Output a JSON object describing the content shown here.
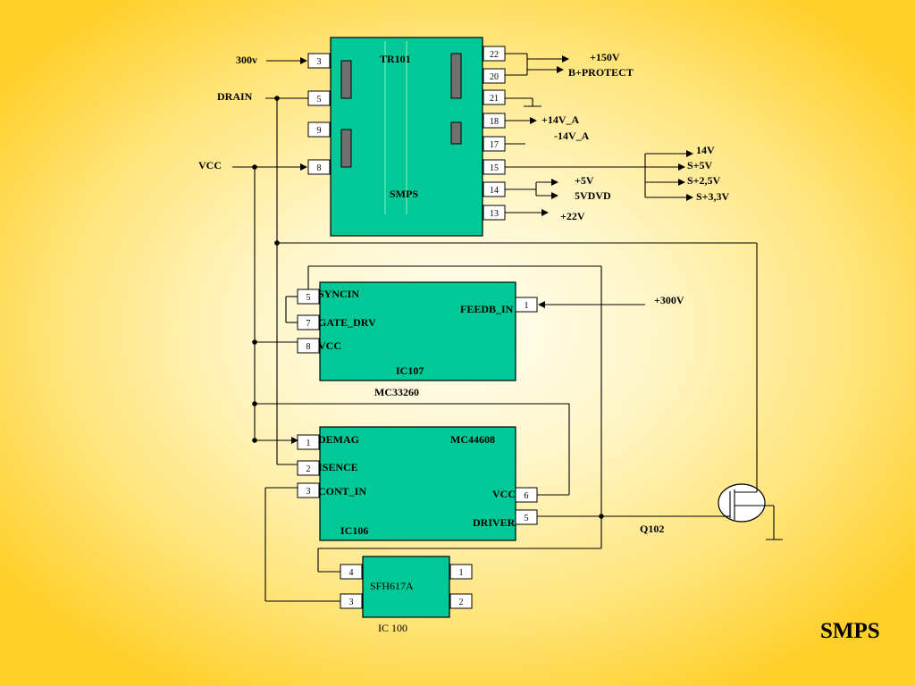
{
  "slide_title": "SMPS",
  "transformer": {
    "ref": "TR101",
    "name": "SMPS",
    "pins": [
      "3",
      "5",
      "9",
      "8",
      "22",
      "20",
      "21",
      "18",
      "17",
      "15",
      "14",
      "13"
    ]
  },
  "inputs": {
    "v300": "300v",
    "drain": "DRAIN",
    "vcc": "VCC"
  },
  "outputs": {
    "p150": "+150V",
    "bprotect": "B+PROTECT",
    "p14a": "+14V_A",
    "m14a": "-14V_A",
    "v14": "14V",
    "s5": "S+5V",
    "s25": "S+2,5V",
    "s33": "S+3,3V",
    "p5": "+5V",
    "dvd5": "5VDVD",
    "p22": "+22V"
  },
  "ic107": {
    "ref": "IC107",
    "part": "MC33260",
    "pins": [
      "5",
      "7",
      "8",
      "1"
    ],
    "pin_labels": [
      "SYNCIN",
      "GATE_DRV",
      "VCC",
      "FEEDB_IN"
    ],
    "input_label": "+300V"
  },
  "ic106": {
    "ref": "IC106",
    "part": "MC44608",
    "pins": [
      "1",
      "2",
      "3",
      "6",
      "5"
    ],
    "pin_labels": [
      "DEMAG",
      "ISENCE",
      "CONT_IN",
      "VCC",
      "DRIVER"
    ]
  },
  "ic100": {
    "ref": "IC 100",
    "part": "SFH617A",
    "pins": [
      "4",
      "3",
      "1",
      "2"
    ]
  },
  "transistor": {
    "ref": "Q102"
  }
}
